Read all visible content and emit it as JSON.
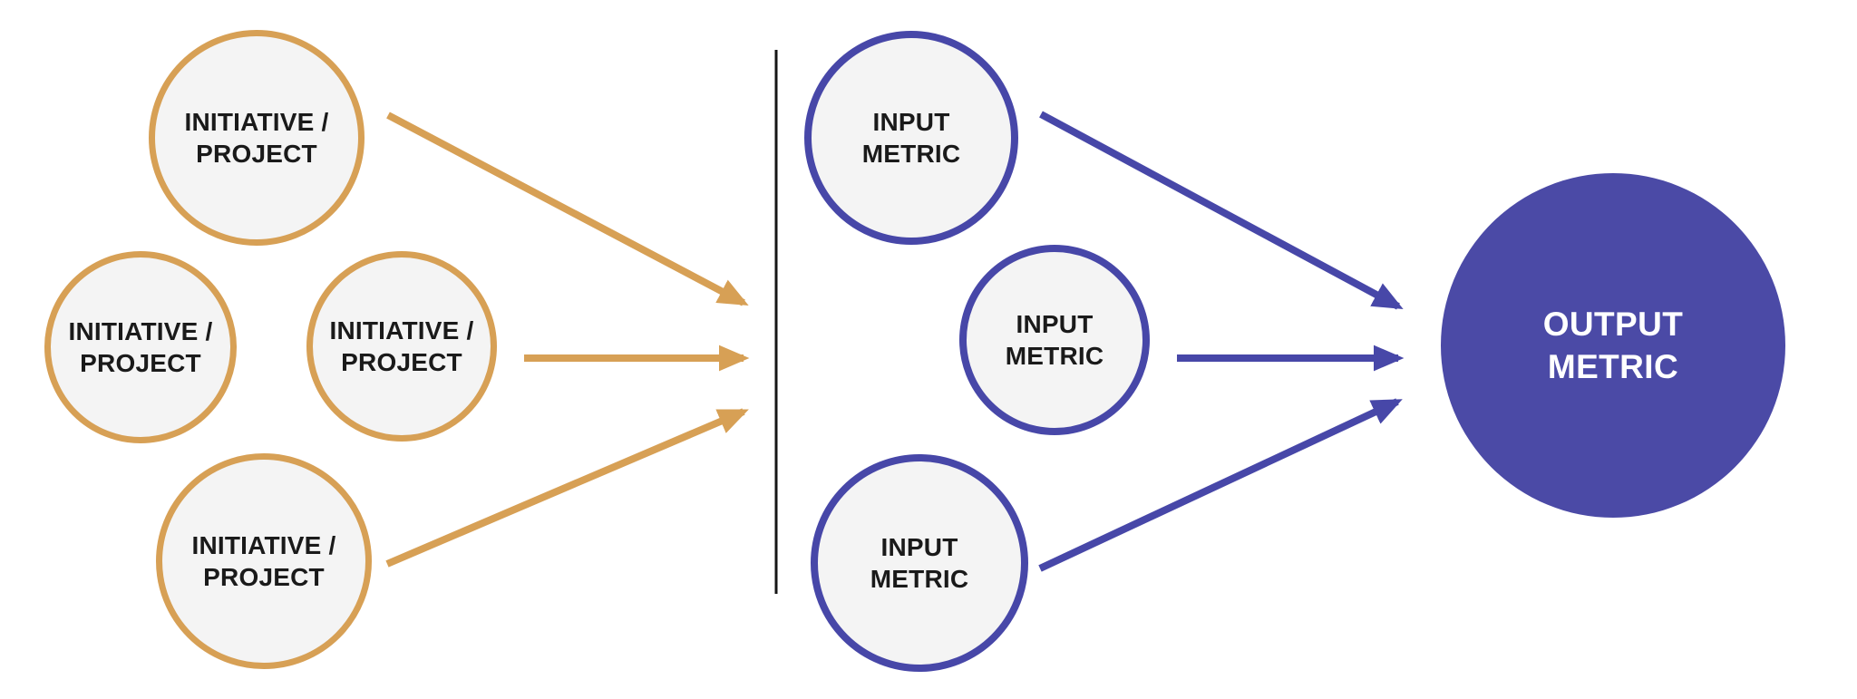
{
  "diagram": {
    "initiatives": [
      {
        "label": "INITIATIVE / PROJECT"
      },
      {
        "label": "INITIATIVE / PROJECT"
      },
      {
        "label": "INITIATIVE / PROJECT"
      },
      {
        "label": "INITIATIVE / PROJECT"
      }
    ],
    "inputs": [
      {
        "label": "INPUT METRIC"
      },
      {
        "label": "INPUT METRIC"
      },
      {
        "label": "INPUT METRIC"
      }
    ],
    "output": {
      "label": "OUTPUT METRIC"
    },
    "icons": {
      "orange_arrowhead": "right-arrowhead-icon",
      "blue_arrowhead": "right-arrowhead-icon"
    }
  },
  "colors": {
    "initiative-accent": "#D7A055",
    "metric-accent": "#4747A8",
    "output-fill": "#4B4AA6",
    "circle-fill": "#F4F4F4",
    "divider": "#161616",
    "label-text": "#1A1A1A",
    "output-text": "#FFFFFF",
    "background": "#FFFFFF"
  }
}
